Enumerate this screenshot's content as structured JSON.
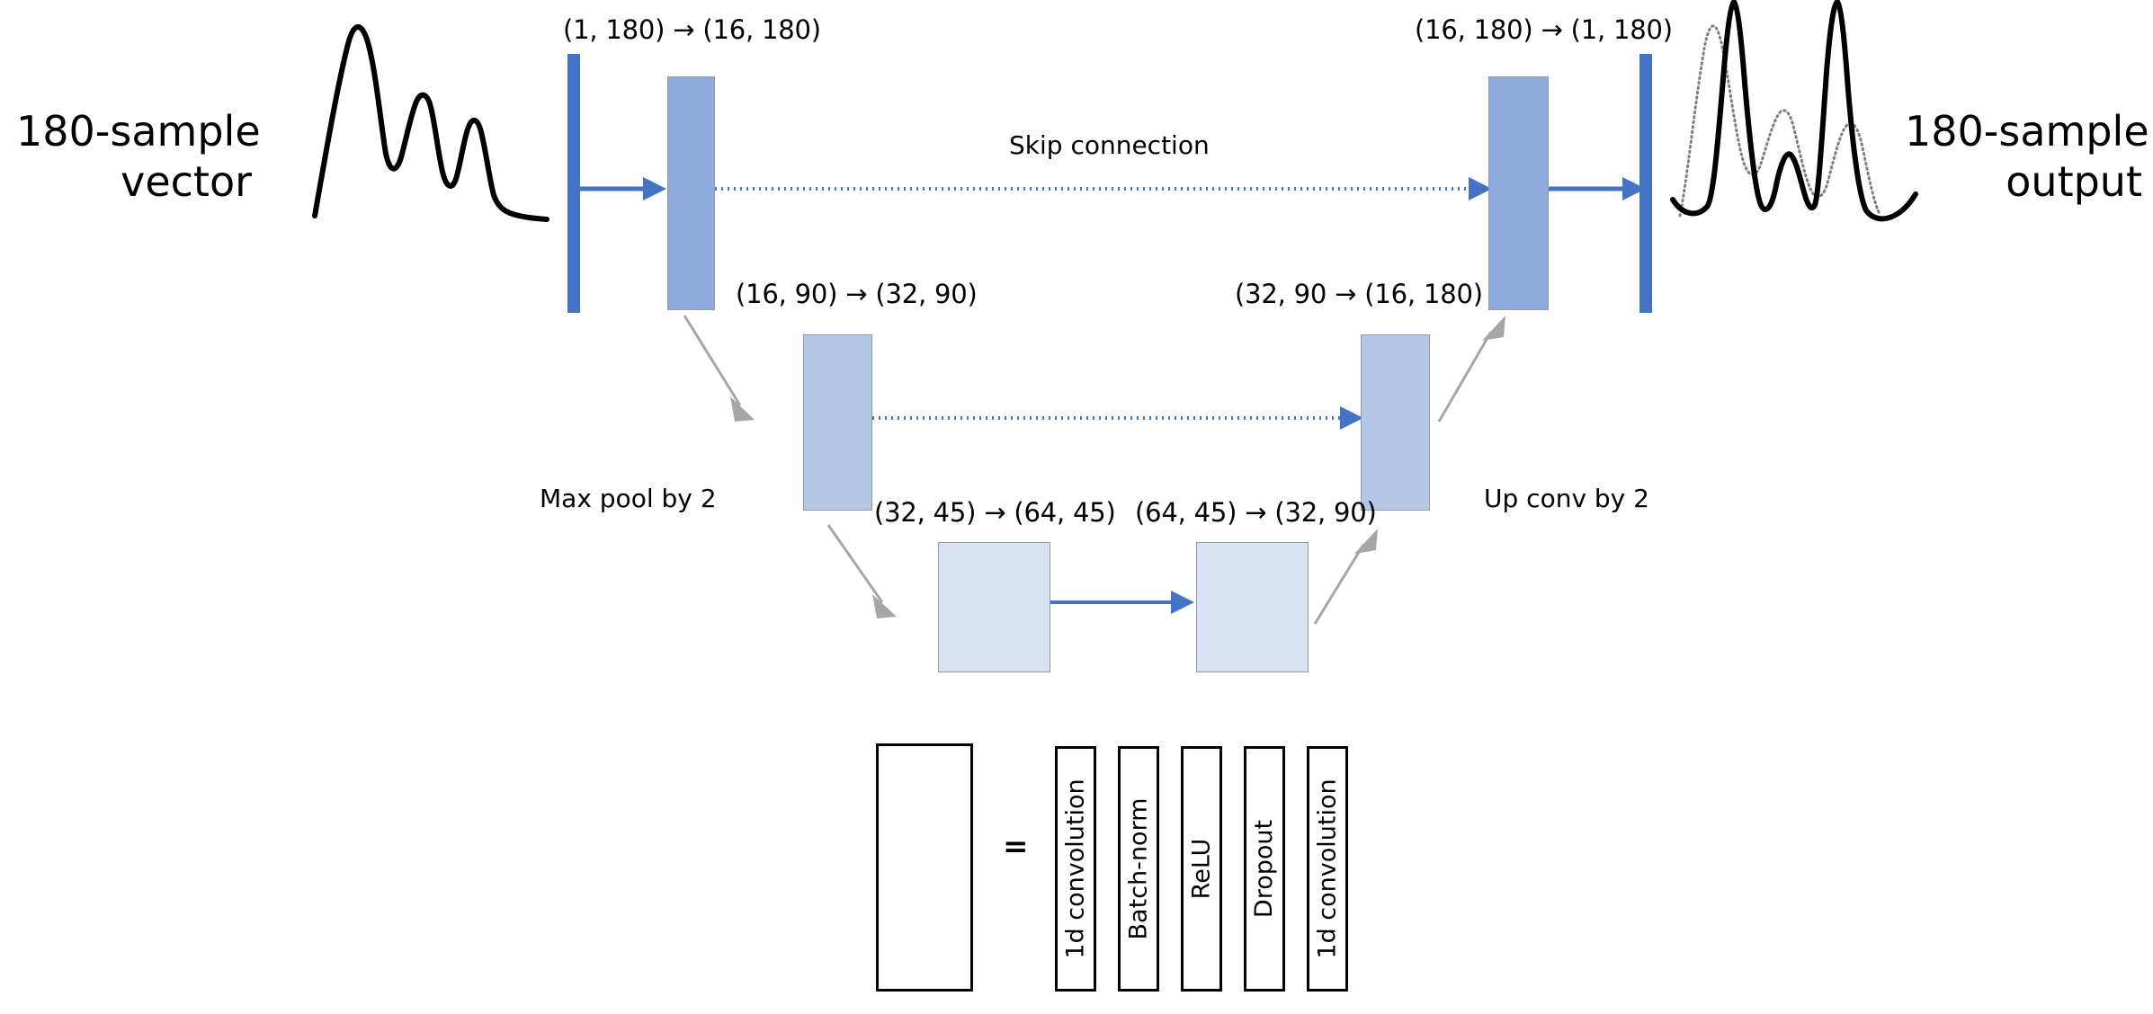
{
  "diagram": {
    "title_left": {
      "line1": "180-sample",
      "line2": "vector"
    },
    "title_right": {
      "line1": "180-sample",
      "line2": "output"
    },
    "skip_label": "Skip connection",
    "downsample_label": "Max pool by 2",
    "upsample_label": "Up conv by 2",
    "shape_labels": {
      "enc1": "(1, 180) → (16, 180)",
      "dec1": "(16, 180) → (1, 180)",
      "enc2": "(16, 90) → (32, 90)",
      "dec2": "(32, 90 → (16, 180)",
      "enc3": "(32, 45) → (64, 45)",
      "dec3": "(64, 45) → (32, 90)"
    },
    "colors": {
      "vector_bar": "#4472C4",
      "level1_block": "#8FAADC",
      "level2_block": "#B4C7E7",
      "level3_block": "#D9E2F3",
      "block_border": "#9398A6",
      "arrow_blue": "#4472C4",
      "arrow_gray": "#A6A6A6",
      "waveform": "#000000"
    }
  },
  "legend": {
    "equals_sign": "=",
    "cells": [
      "1d convolution",
      "Batch-norm",
      "ReLU",
      "Dropout",
      "1d convolution"
    ]
  }
}
